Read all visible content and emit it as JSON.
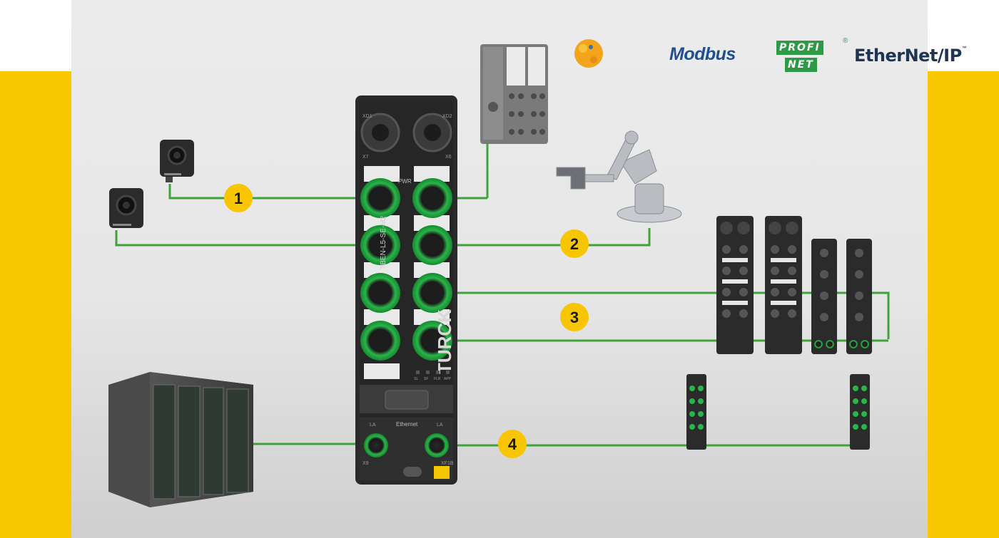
{
  "badges": [
    "1",
    "2",
    "3",
    "4"
  ],
  "logos": {
    "modbus": "Modbus",
    "profinet_top": "PROFI",
    "profinet_bottom": "NET",
    "profinet_mark": "®",
    "ethernet_ip": "EtherNet/IP",
    "ethernet_ip_tm": "™"
  },
  "device": {
    "brand": "TURCK",
    "model": "TBEN-L5-SE-M2",
    "pwr_label": "PWR",
    "ethernet_label": "Ethernet",
    "port_labels": [
      "XD1",
      "XD2",
      "X7",
      "X6",
      "X9",
      "XF1B"
    ],
    "la_label": "LA",
    "status_leds": [
      "SL",
      "SF",
      "FLR",
      "APP"
    ]
  },
  "colors": {
    "accent": "#f9c800",
    "wire": "#3fa33a",
    "port_ring": "#1fa83b",
    "housing": "#2a2a2a"
  }
}
